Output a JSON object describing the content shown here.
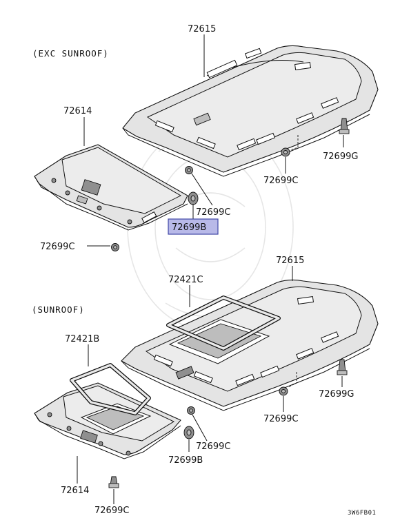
{
  "sections": {
    "exc_sunroof": "(EXC SUNROOF)",
    "sunroof": "(SUNROOF)"
  },
  "labels": {
    "top_72615": "72615",
    "top_72614": "72614",
    "top_72699g": "72699G",
    "top_72699c_right": "72699C",
    "top_72699c_mid": "72699C",
    "top_72699b": "72699B",
    "top_72699c_left": "72699C",
    "bot_72615": "72615",
    "bot_72421c": "72421C",
    "bot_72421b": "72421B",
    "bot_72699g": "72699G",
    "bot_72699c_right": "72699C",
    "bot_72699c_mid": "72699C",
    "bot_72699b": "72699B",
    "bot_72614": "72614",
    "bot_72699c_bottom": "72699C"
  },
  "diagram_code": "3W6FB01",
  "colors": {
    "highlight_fill": "#b8b9e8",
    "highlight_border": "#3f46a6"
  }
}
